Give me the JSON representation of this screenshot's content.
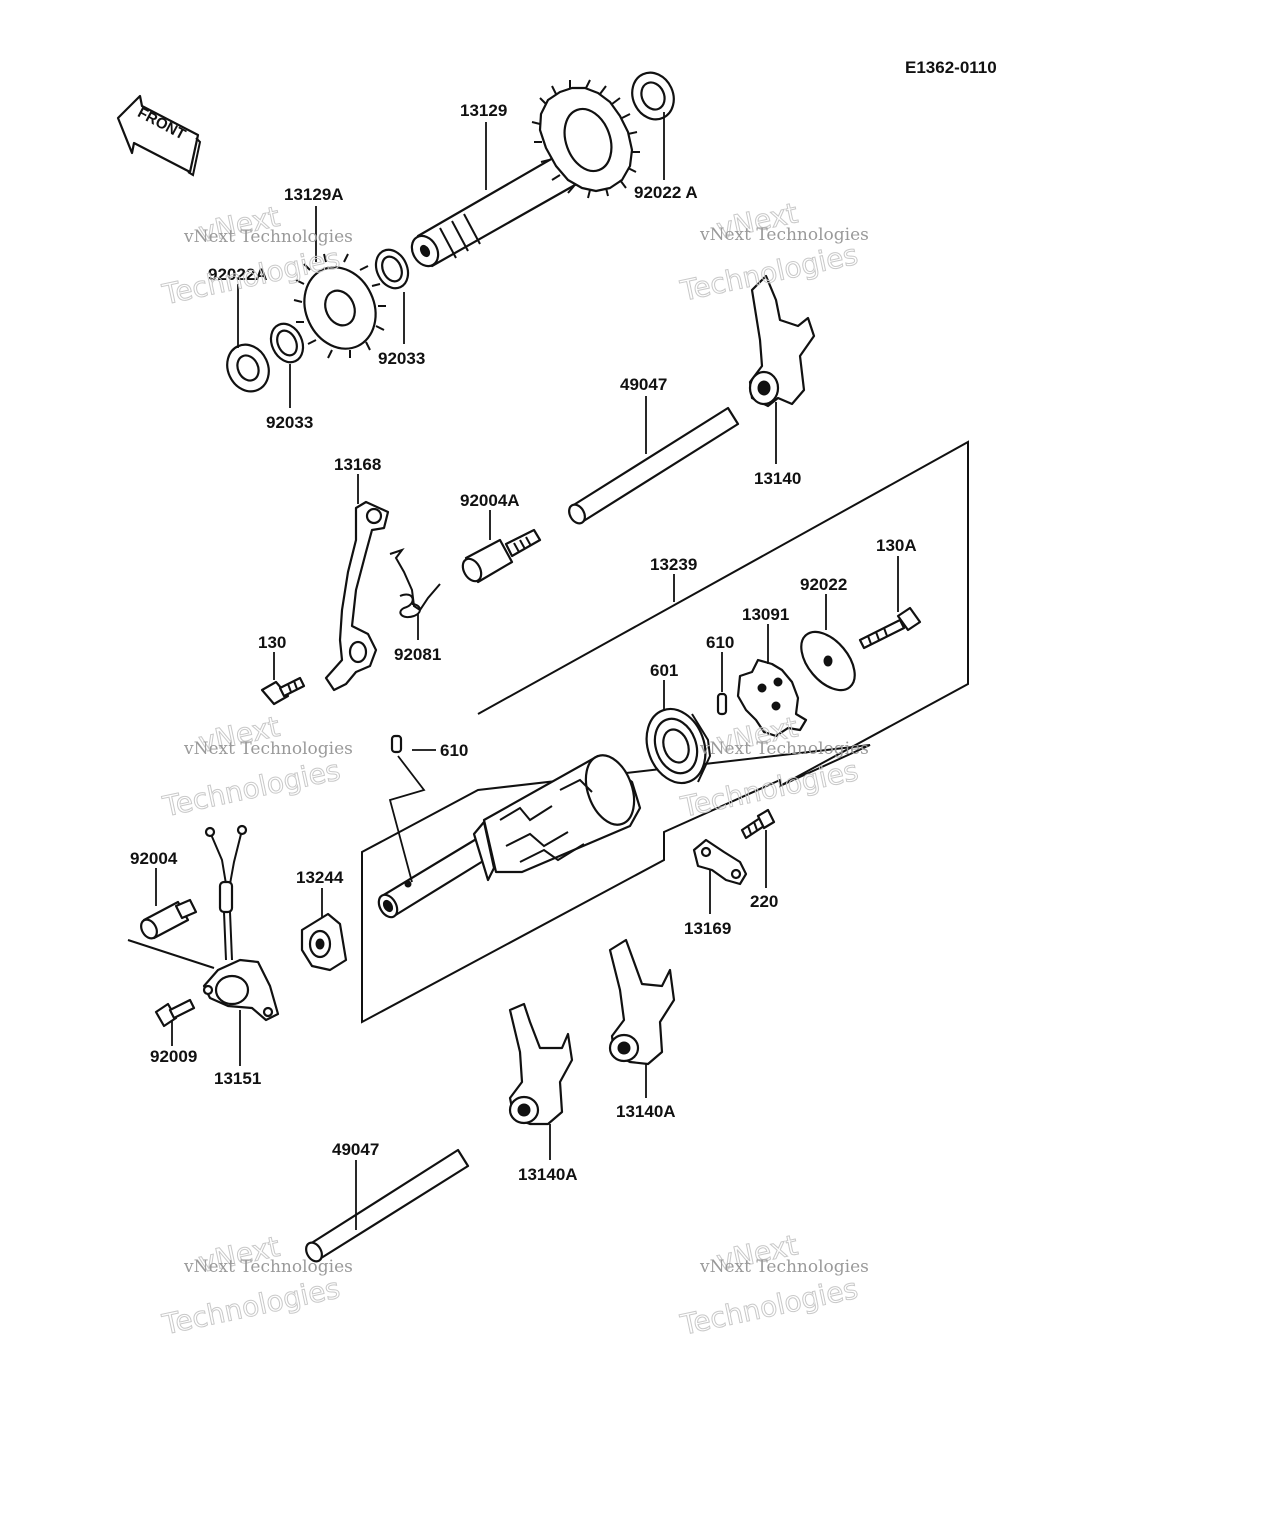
{
  "drawing_code": "E1362-0110",
  "front_label": "FRONT",
  "watermark": {
    "line1": "vNext Technologies",
    "line2": "vNext",
    "line3": "Technologies"
  },
  "labels": {
    "p13129": "13129",
    "p92022A_top": "92022 A",
    "p13129A": "13129A",
    "p92022A_left": "92022A",
    "p92033_left": "92033",
    "p92033_mid": "92033",
    "p49047_top": "49047",
    "p13140": "13140",
    "p13168": "13168",
    "p92004A": "92004A",
    "p92081": "92081",
    "p130": "130",
    "p13239": "13239",
    "p130A": "130A",
    "p92022": "92022",
    "p13091": "13091",
    "p610_right": "610",
    "p601": "601",
    "p610_left": "610",
    "p92004": "92004",
    "p13244": "13244",
    "p13169": "13169",
    "p220": "220",
    "p92009": "92009",
    "p13151": "13151",
    "p13140A_right": "13140A",
    "p13140A_left": "13140A",
    "p49047_bottom": "49047"
  }
}
